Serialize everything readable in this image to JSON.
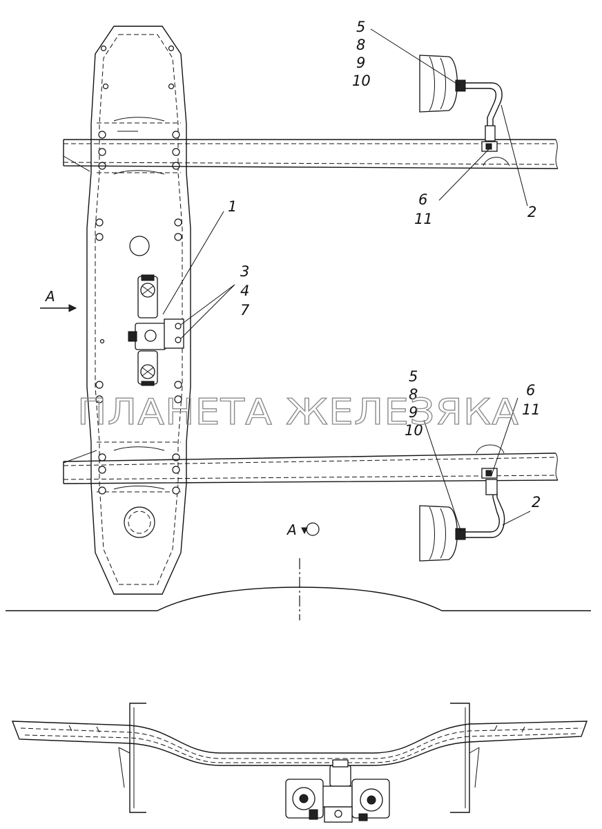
{
  "watermark": "ПЛАНЕТА ЖЕЛЕЗЯКА",
  "view_labels": {
    "arrow_view": "А",
    "section_view": "А"
  },
  "callouts": {
    "top_chamber": [
      "5",
      "8",
      "9",
      "10"
    ],
    "top_fitting": [
      "6",
      "11"
    ],
    "top_hose": "2",
    "valve": "1",
    "bracket": [
      "3",
      "4",
      "7"
    ],
    "bottom_chamber": [
      "5",
      "8",
      "9",
      "10"
    ],
    "bottom_fitting": [
      "6",
      "11"
    ],
    "bottom_hose": "2"
  },
  "colors": {
    "ink": "#111111",
    "watermark": "#8a8a8a",
    "background": "#ffffff"
  }
}
